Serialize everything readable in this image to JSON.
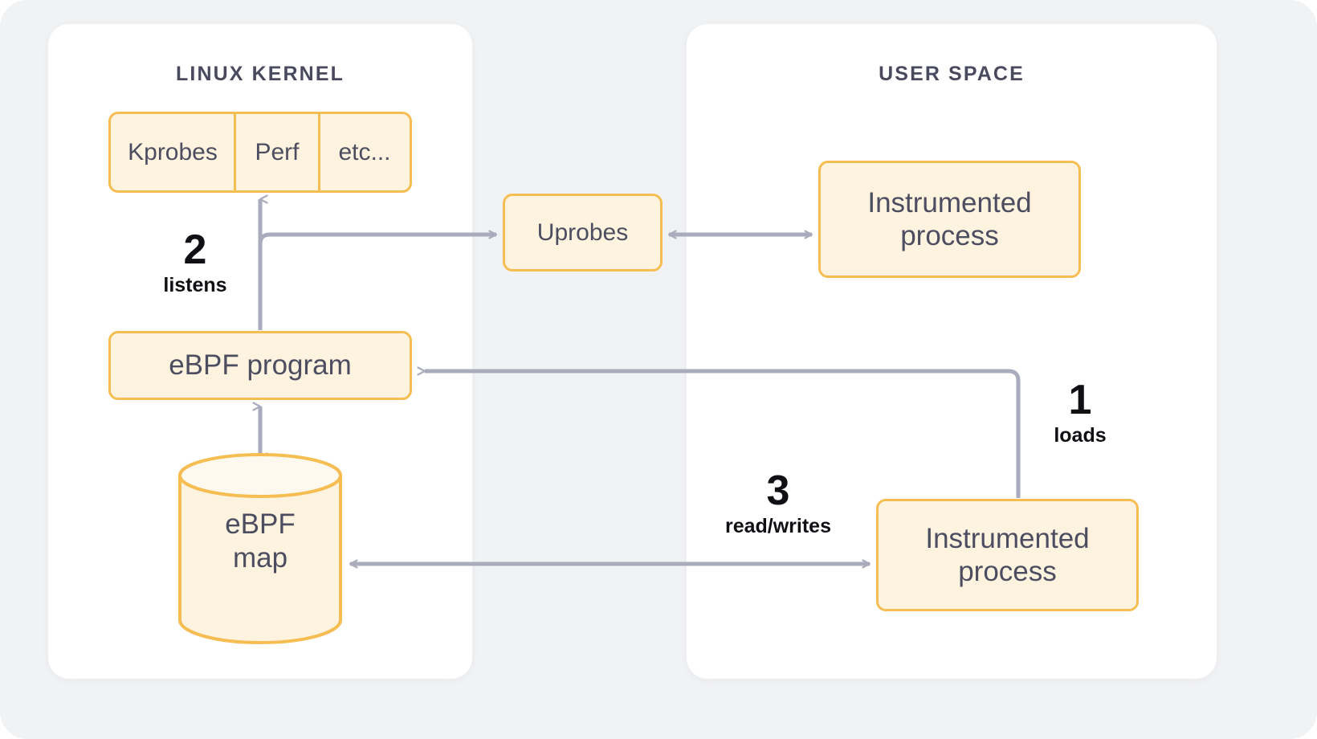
{
  "canvas": {
    "background": "#f1f2f4",
    "panel_background": "#ffffff",
    "box_fill": "#fdf3de",
    "box_border": "#f6bd52",
    "box_text": "#4d4d61",
    "arrow_color": "#aaabbd",
    "title_color": "#4a4a5f",
    "step_color": "#101014"
  },
  "panels": {
    "kernel": {
      "title": "LINUX KERNEL"
    },
    "user": {
      "title": "USER SPACE"
    }
  },
  "nodes": {
    "probe_bar": {
      "cells": [
        {
          "label": "Kprobes"
        },
        {
          "label": "Perf"
        },
        {
          "label": "etc..."
        }
      ]
    },
    "ebpf_program": {
      "label": "eBPF program"
    },
    "ebpf_map": {
      "line1": "eBPF",
      "line2": "map"
    },
    "uprobes": {
      "label": "Uprobes"
    },
    "process_top": {
      "line1": "Instrumented",
      "line2": "process"
    },
    "process_bottom": {
      "line1": "Instrumented",
      "line2": "process"
    }
  },
  "steps": [
    {
      "number": "2",
      "caption": "listens"
    },
    {
      "number": "1",
      "caption": "loads"
    },
    {
      "number": "3",
      "caption": "read/writes"
    }
  ]
}
